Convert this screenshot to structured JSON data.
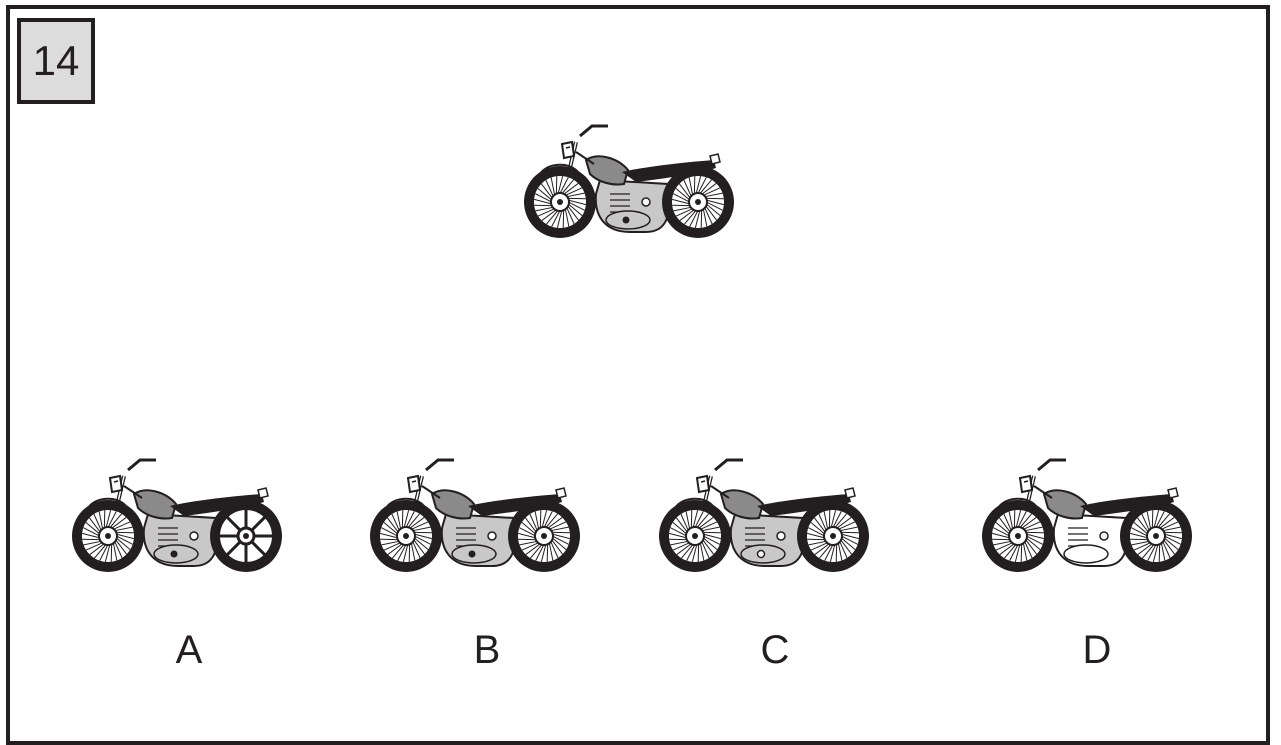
{
  "question": {
    "number": "14"
  },
  "colors": {
    "ink": "#231f20",
    "tank": "#8a8a8a",
    "engine": "#c8c8c8",
    "panel_bg": "#dcdcdc"
  },
  "reference": {
    "front_wheel": "spoked",
    "rear_wheel": "spoked",
    "engine_dot": "filled"
  },
  "options": [
    {
      "label": "A",
      "front_wheel": "spoked",
      "rear_wheel": "cast",
      "engine_dot": "filled",
      "engine_fill": "grey"
    },
    {
      "label": "B",
      "front_wheel": "spoked",
      "rear_wheel": "spoked",
      "engine_dot": "filled",
      "engine_fill": "grey"
    },
    {
      "label": "C",
      "front_wheel": "spoked",
      "rear_wheel": "spoked",
      "engine_dot": "hollow",
      "engine_fill": "grey"
    },
    {
      "label": "D",
      "front_wheel": "spoked",
      "rear_wheel": "spoked",
      "engine_dot": "none",
      "engine_fill": "white"
    }
  ]
}
